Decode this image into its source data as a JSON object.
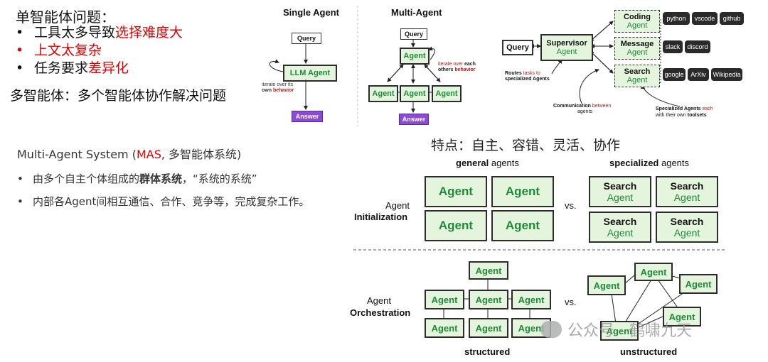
{
  "left": {
    "title": "单智能体问题：",
    "bullets": [
      {
        "pre": "工具太多导致",
        "red": "选择难度大",
        "red_all": false
      },
      {
        "pre": "",
        "red": "上文太复杂",
        "red_all": true
      },
      {
        "pre": "任务要求",
        "red": "差异化",
        "red_all": false
      }
    ],
    "bullet_char": "•",
    "multi": "多智能体：多个智能体协作解决问题"
  },
  "single_agent": {
    "title": "Single Agent",
    "query": "Query",
    "llm": "LLM Agent",
    "answer": "Answer",
    "iterate": "iterate over its",
    "own": "own",
    "behavior": "behavior"
  },
  "multi_agent": {
    "title": "Multi-Agent",
    "query": "Query",
    "agent": "Agent",
    "answer": "Answer",
    "iterate": "iterate over",
    "each": "each",
    "others": "others",
    "behavior": "behavior"
  },
  "supervisor": {
    "query": "Query",
    "supervisor": "Supervisor",
    "agent": "Agent",
    "routes_a": "Routes",
    "routes_b": "tasks to",
    "routes_c": "specialized Agents",
    "comm_a": "Communication",
    "comm_b": "between",
    "comm_c": "agents",
    "spec_a": "Specialized Agents",
    "spec_b": "each",
    "spec_c": "with their own",
    "spec_d": "toolsets",
    "agents": [
      {
        "name": "Coding",
        "tools": [
          "python",
          "vscode",
          "github"
        ]
      },
      {
        "name": "Message",
        "tools": [
          "slack",
          "discord"
        ]
      },
      {
        "name": "Search",
        "tools": [
          "google",
          "ArXiv",
          "Wikipedia"
        ]
      }
    ]
  },
  "mas": {
    "title_a": "Multi-Agent System (",
    "title_red": "MAS",
    "title_b": ", 多智能体系统)",
    "b1_a": "由多个自主个体组成的",
    "b1_bold": "群体系统",
    "b1_b": "，“系统的系统”",
    "b2": "内部各Agent间相互通信、合作、竞争等，完成复杂工作。"
  },
  "features": {
    "title": "特点：自主、容错、灵活、协作",
    "general_bold": "general",
    "specialized_bold": "specialized",
    "agents_word": " agents",
    "agent_label": "Agent",
    "init_label": "Initialization",
    "orch_label": "Orchestration",
    "vs": "vs.",
    "agent": "Agent",
    "search": "Search",
    "structured": "structured",
    "unstructured": "unstructured"
  },
  "watermark": "公众号 · 鹤啸九天"
}
